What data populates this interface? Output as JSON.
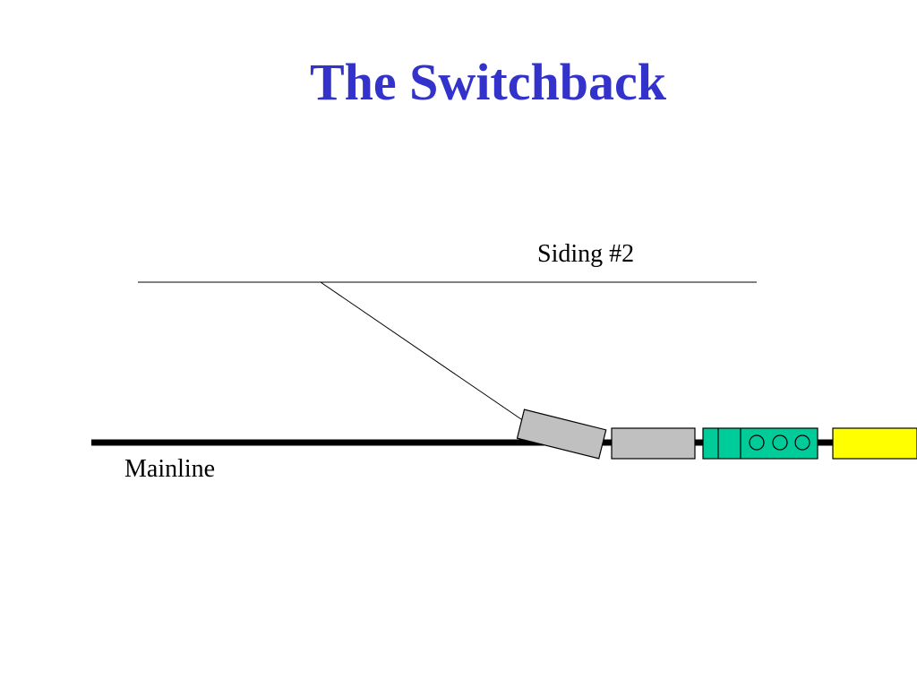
{
  "slide": {
    "title": "The Switchback",
    "title_color": "#3333cc"
  },
  "labels": {
    "siding": "Siding #2",
    "mainline": "Mainline"
  },
  "colors": {
    "track": "#000000",
    "boxcar": "#c0c0c0",
    "engine": "#00cc99",
    "caboose": "#ffff00"
  }
}
